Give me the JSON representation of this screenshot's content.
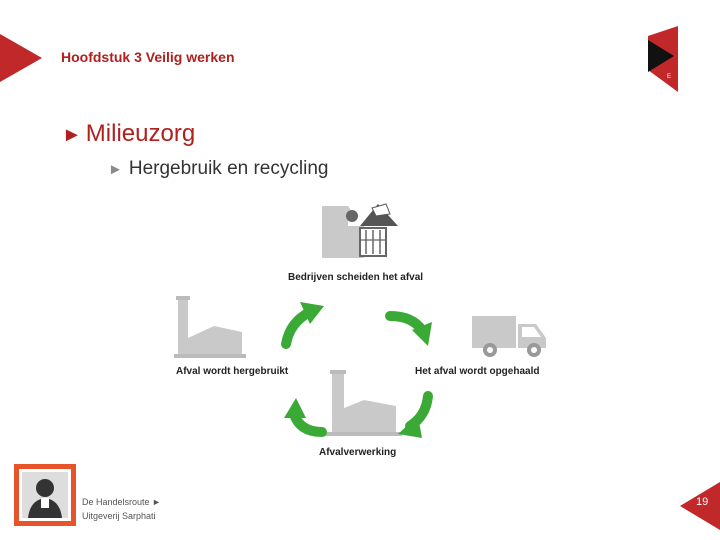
{
  "chapter_title": "Hoofdstuk 3 Veilig werken",
  "heading": "Milieuzorg",
  "subheading": "Hergebruik en recycling",
  "cycle": {
    "step_1": "Bedrijven scheiden het afval",
    "step_2": "Het afval wordt opgehaald",
    "step_3": "Afvalverwerking",
    "step_4": "Afval wordt hergebruikt"
  },
  "badge_letter": "E",
  "page_number": "19",
  "publisher": {
    "line_1": "De Handelsroute ►",
    "line_2": "Uitgeverij Sarphati"
  },
  "colors": {
    "accent": "#c0282a",
    "arrow_green": "#3aa935",
    "icon_grey": "#c9c9c9"
  }
}
